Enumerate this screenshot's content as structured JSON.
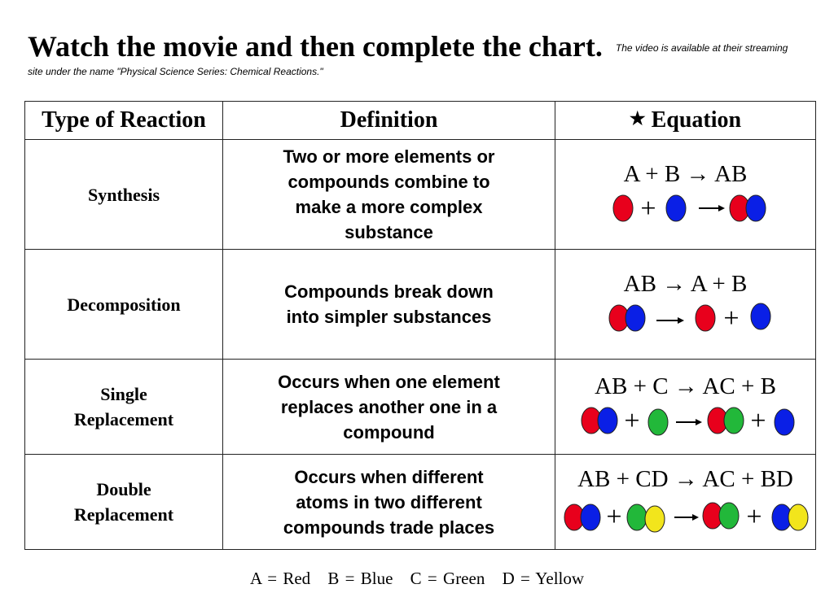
{
  "header": {
    "title": "Watch the movie and then complete the chart.",
    "note_part1": "The video is available at their streaming",
    "note_part2": "site under the name \"Physical Science Series: Chemical Reactions.\""
  },
  "table": {
    "columns": [
      "Type of Reaction",
      "Definition",
      "Equation"
    ],
    "equation_header_icon": "star-icon",
    "rows": [
      {
        "type": [
          "Synthesis"
        ],
        "definition": [
          "Two or more elements or",
          "compounds combine to",
          "make a more complex",
          "substance"
        ],
        "equation": "A  +  B  →  AB"
      },
      {
        "type": [
          "Decomposition"
        ],
        "definition": [
          "Compounds break down",
          "into simpler substances"
        ],
        "equation": "AB →  A  +  B"
      },
      {
        "type": [
          "Single",
          "Replacement"
        ],
        "definition": [
          "Occurs when one element",
          "replaces another one in a",
          "compound"
        ],
        "equation": "AB +  C →  AC  +  B"
      },
      {
        "type": [
          "Double",
          "Replacement"
        ],
        "definition": [
          "Occurs when different",
          "atoms in two different",
          "compounds trade places"
        ],
        "equation": "AB +  CD →  AC  +  BD"
      }
    ]
  },
  "colors": {
    "A": "#e8001c",
    "B": "#0a1fe6",
    "C": "#22b83a",
    "D": "#f2e51c"
  },
  "legend": [
    "A = Red",
    "B = Blue",
    "C = Green",
    "D = Yellow"
  ]
}
